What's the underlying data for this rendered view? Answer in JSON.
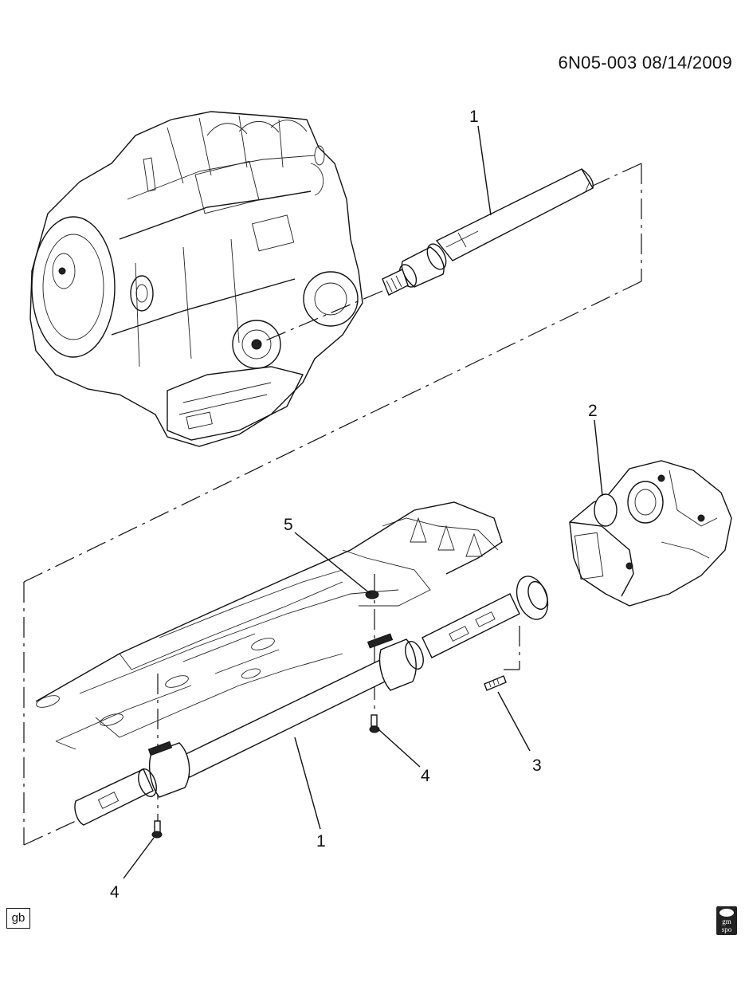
{
  "header": {
    "doc_id": "6N05-003  08/14/2009"
  },
  "callouts": [
    {
      "id": "1-upper",
      "label": "1"
    },
    {
      "id": "2",
      "label": "2"
    },
    {
      "id": "5",
      "label": "5"
    },
    {
      "id": "4-mid",
      "label": "4"
    },
    {
      "id": "3",
      "label": "3"
    },
    {
      "id": "1-lower",
      "label": "1"
    },
    {
      "id": "4-lower",
      "label": "4"
    }
  ],
  "footer": {
    "box_label": "gb",
    "logo_line1": "gm",
    "logo_line2": "spo"
  }
}
